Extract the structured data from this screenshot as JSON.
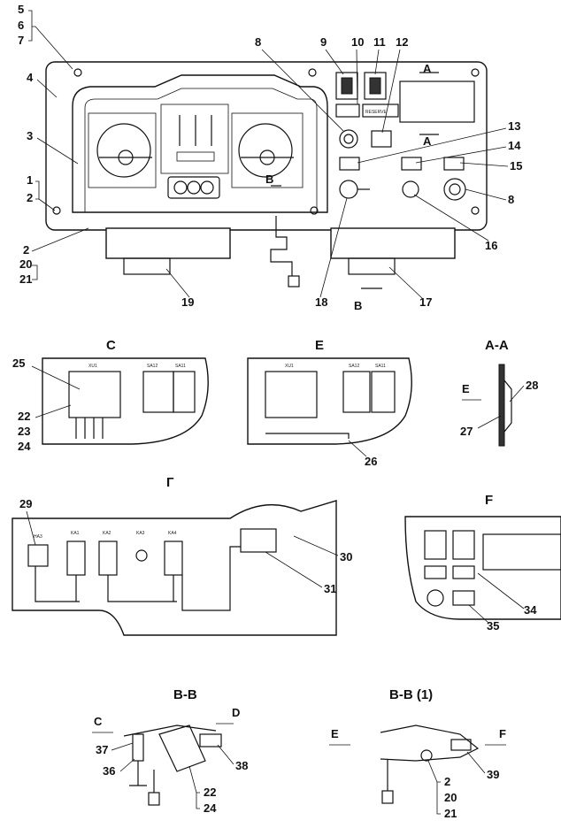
{
  "labels": {
    "top": [
      "5",
      "6",
      "7",
      "4",
      "3",
      "1",
      "2",
      "2",
      "20",
      "21",
      "8",
      "9",
      "10",
      "11",
      "12",
      "13",
      "14",
      "15",
      "8",
      "16",
      "17",
      "18",
      "19"
    ],
    "section_letters": {
      "a_top": "A",
      "a_bottom": "A",
      "b_mid": "B",
      "b_bottom": "B"
    },
    "view_c": {
      "title": "C",
      "callouts": [
        "25",
        "22",
        "23",
        "24"
      ]
    },
    "view_e": {
      "title": "E",
      "callouts": [
        "26"
      ]
    },
    "view_aa": {
      "title": "A-A",
      "arrow": "E",
      "callouts": [
        "28",
        "27"
      ]
    },
    "view_g": {
      "title": "Г",
      "callouts": [
        "29",
        "30",
        "31"
      ]
    },
    "view_f": {
      "title": "F",
      "callouts": [
        "34",
        "35"
      ]
    },
    "view_bb": {
      "title": "B-B",
      "arrow_c": "C",
      "arrow_d": "D",
      "callouts": [
        "37",
        "36",
        "38",
        "22",
        "24"
      ]
    },
    "view_bb1": {
      "title": "B-B (1)",
      "arrow_e": "E",
      "arrow_f": "F",
      "callouts": [
        "2",
        "20",
        "21",
        "39"
      ]
    },
    "reserve_text": "RESERVE",
    "relay_labels": {
      "ka1": "KA1",
      "ka2": "KA2",
      "ka3": "KA3",
      "ka4": "KA4",
      "ha3": "HA3"
    },
    "switch_labels": {
      "sa12": "SA12",
      "sa11": "SA11",
      "xu1": "XU1"
    }
  }
}
